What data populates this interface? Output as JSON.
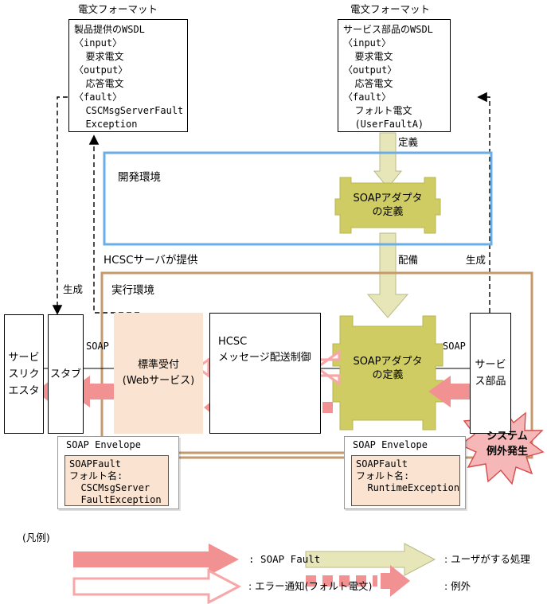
{
  "diagram": {
    "title_left": "電文フォーマット",
    "title_right": "電文フォーマット",
    "wsdl_left": {
      "name": "wsdl-product",
      "lines": [
        "製品提供のWSDL",
        "〈input〉",
        "  要求電文",
        "〈output〉",
        "  応答電文",
        "〈fault〉",
        "  CSCMsgServerFault",
        "  Exception"
      ]
    },
    "wsdl_right": {
      "name": "wsdl-service-part",
      "lines": [
        "サービス部品のWSDL",
        "〈input〉",
        "  要求電文",
        "〈output〉",
        "  応答電文",
        "〈fault〉",
        "  フォルト電文",
        "  (UserFaultA)"
      ]
    },
    "dev_env_label": "開発環境",
    "hcsc_provides_label": "HCSCサーバが提供",
    "runtime_env_label": "実行環境",
    "soap_adapter_dev": "SOAPアダプタ\nの定義",
    "soap_adapter_runtime": "SOAPアダプタ\nの定義",
    "edge_labels": {
      "define": "定義",
      "deploy": "配備",
      "generate_right": "生成",
      "generate_left": "生成",
      "soap_left": "SOAP",
      "soap_right": "SOAP"
    },
    "nodes": {
      "service_requester": "サービ\nスリク\nエスタ",
      "stub": "スタブ",
      "standard_reception": "標準受付\n(Webサービス)",
      "hcsc_delivery": "HCSC\nメッセージ配送制御",
      "service_part": "サービ\nス部品"
    },
    "burst": "システム\n例外発生",
    "envelope_left": {
      "title": "SOAP Envelope",
      "lines": [
        "SOAPFault",
        "フォルト名:",
        "  CSCMsgServer",
        "  FaultException"
      ]
    },
    "envelope_right": {
      "title": "SOAP Envelope",
      "lines": [
        "SOAPFault",
        "フォルト名:",
        "  RuntimeException"
      ]
    }
  },
  "legend": {
    "title": "(凡例)",
    "items": [
      {
        "name": "legend-soap-fault",
        "glyph": "solid-pink-arrow",
        "label": ": SOAP Fault"
      },
      {
        "name": "legend-error-notice",
        "glyph": "outline-pink-arrow",
        "label": ": エラー通知(フォルト電文)"
      },
      {
        "name": "legend-user-action",
        "glyph": "olive-arrow",
        "label": ": ユーザがする処理"
      },
      {
        "name": "legend-exception",
        "glyph": "dashed-pink-arrow",
        "label": ": 例外"
      }
    ]
  },
  "colors": {
    "olive": "#cfcc63",
    "olive_light": "#e6e6b8",
    "pink": "#f29191",
    "pink_light": "#f7bcbc",
    "peach": "#fae3d0",
    "brown": "#c49a6c",
    "blue": "#6aaee8",
    "burst_fill": "#f5b7b7",
    "burst_stroke": "#d94a4a"
  }
}
